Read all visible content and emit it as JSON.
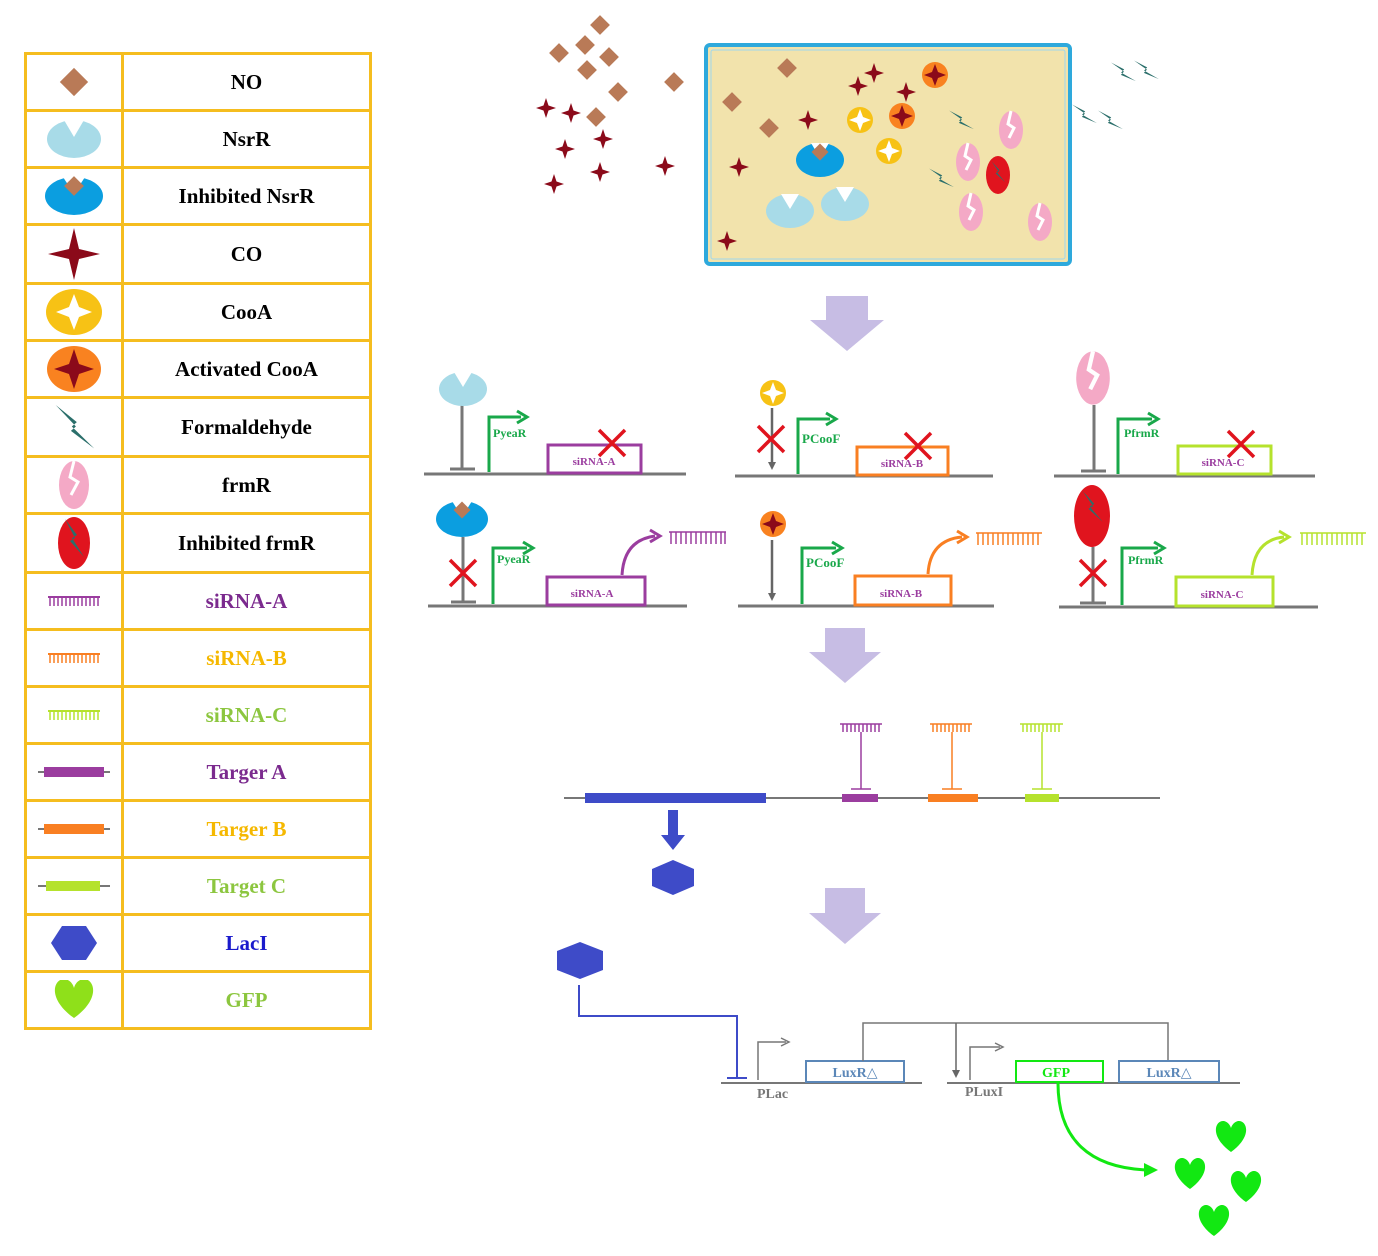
{
  "legend": [
    {
      "label": "NO",
      "icon": "no-diamond-icon",
      "color": "#000000"
    },
    {
      "label": "NsrR",
      "icon": "nsrr-icon",
      "color": "#000000"
    },
    {
      "label": "Inhibited NsrR",
      "icon": "inhibited-nsrr-icon",
      "color": "#000000"
    },
    {
      "label": "CO",
      "icon": "co-star-icon",
      "color": "#000000"
    },
    {
      "label": "CooA",
      "icon": "cooa-icon",
      "color": "#000000"
    },
    {
      "label": "Activated CooA",
      "icon": "activated-cooa-icon",
      "color": "#000000"
    },
    {
      "label": "Formaldehyde",
      "icon": "formaldehyde-bolt-icon",
      "color": "#000000"
    },
    {
      "label": "frmR",
      "icon": "frmr-icon",
      "color": "#000000"
    },
    {
      "label": "Inhibited frmR",
      "icon": "inhibited-frmr-icon",
      "color": "#000000"
    },
    {
      "label": "siRNA-A",
      "icon": "sirna-a-icon",
      "color": "#7b2a8e"
    },
    {
      "label": "siRNA-B",
      "icon": "sirna-b-icon",
      "color": "#f5b800"
    },
    {
      "label": "siRNA-C",
      "icon": "sirna-c-icon",
      "color": "#8cc63f"
    },
    {
      "label": "Targer A",
      "icon": "target-a-icon",
      "color": "#7b2a8e"
    },
    {
      "label": "Targer B",
      "icon": "target-b-icon",
      "color": "#f5b800"
    },
    {
      "label": "Target C",
      "icon": "target-c-icon",
      "color": "#8cc63f"
    },
    {
      "label": "LacI",
      "icon": "laci-hexagon-icon",
      "color": "#1a1acc"
    },
    {
      "label": "GFP",
      "icon": "gfp-heart-icon",
      "color": "#8cc63f"
    }
  ],
  "colors": {
    "no": "#b97a57",
    "nsrr": "#a8dbe8",
    "nsrr_inhibited": "#0b9ee0",
    "co": "#8b0a1a",
    "cooa": "#f7c215",
    "cooa_activated": "#f98220",
    "formaldehyde": "#2b6f6b",
    "frmr": "#f4a9c6",
    "frmr_inhibited": "#e0141e",
    "sirna_a": "#9b3d9f",
    "sirna_b": "#f97f22",
    "sirna_c": "#b5e22d",
    "laci": "#3e4bc8",
    "gfp": "#12e812",
    "promoter": "#19a84a",
    "arrow": "#c7bde4",
    "cell_fill": "#f2e3ac",
    "cell_border": "#2ea9dc",
    "cross": "#e0141e"
  },
  "circuits": {
    "a_off": {
      "promoter": "PyeaR",
      "gene": "siRNA-A"
    },
    "b_off": {
      "promoter": "PCooF",
      "gene": "siRNA-B"
    },
    "c_off": {
      "promoter": "PfrmR",
      "gene": "siRNA-C"
    },
    "a_on": {
      "promoter": "PyeaR",
      "gene": "siRNA-A"
    },
    "b_on": {
      "promoter": "PCooF",
      "gene": "siRNA-B"
    },
    "c_on": {
      "promoter": "PfrmR",
      "gene": "siRNA-C"
    }
  },
  "final_circuit": {
    "plac": "PLac",
    "luxr1": "LuxR△",
    "pluxi": "PLuxI",
    "gfp": "GFP",
    "luxr2": "LuxR△"
  }
}
